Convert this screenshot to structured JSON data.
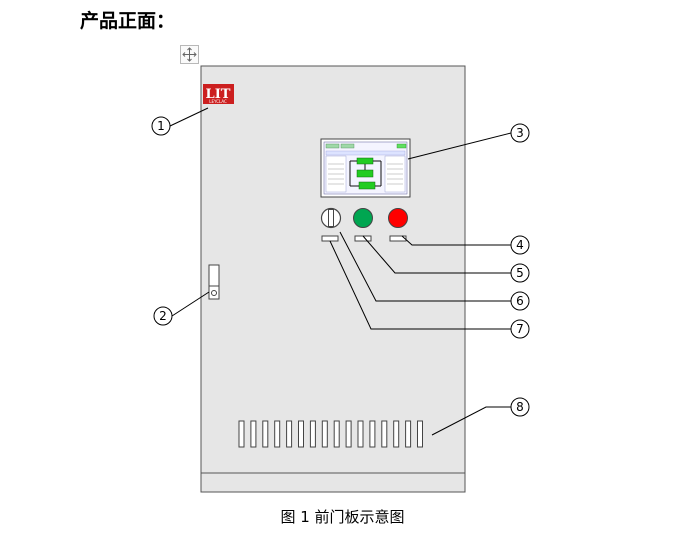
{
  "heading": "产品正面：",
  "logo": {
    "mark": "LIT",
    "brand": "LEYCLAC"
  },
  "callouts": [
    "1",
    "2",
    "3",
    "4",
    "5",
    "6",
    "7",
    "8"
  ],
  "caption": "图 1 前门板示意图",
  "colors": {
    "panel": "#e6e6e6",
    "panel_border": "#555555",
    "green_lamp": "#00a651",
    "red_lamp": "#ff0000",
    "logo": "#cc1f1f",
    "screen_bg": "#ffffff",
    "screen_block": "#22cc22"
  }
}
